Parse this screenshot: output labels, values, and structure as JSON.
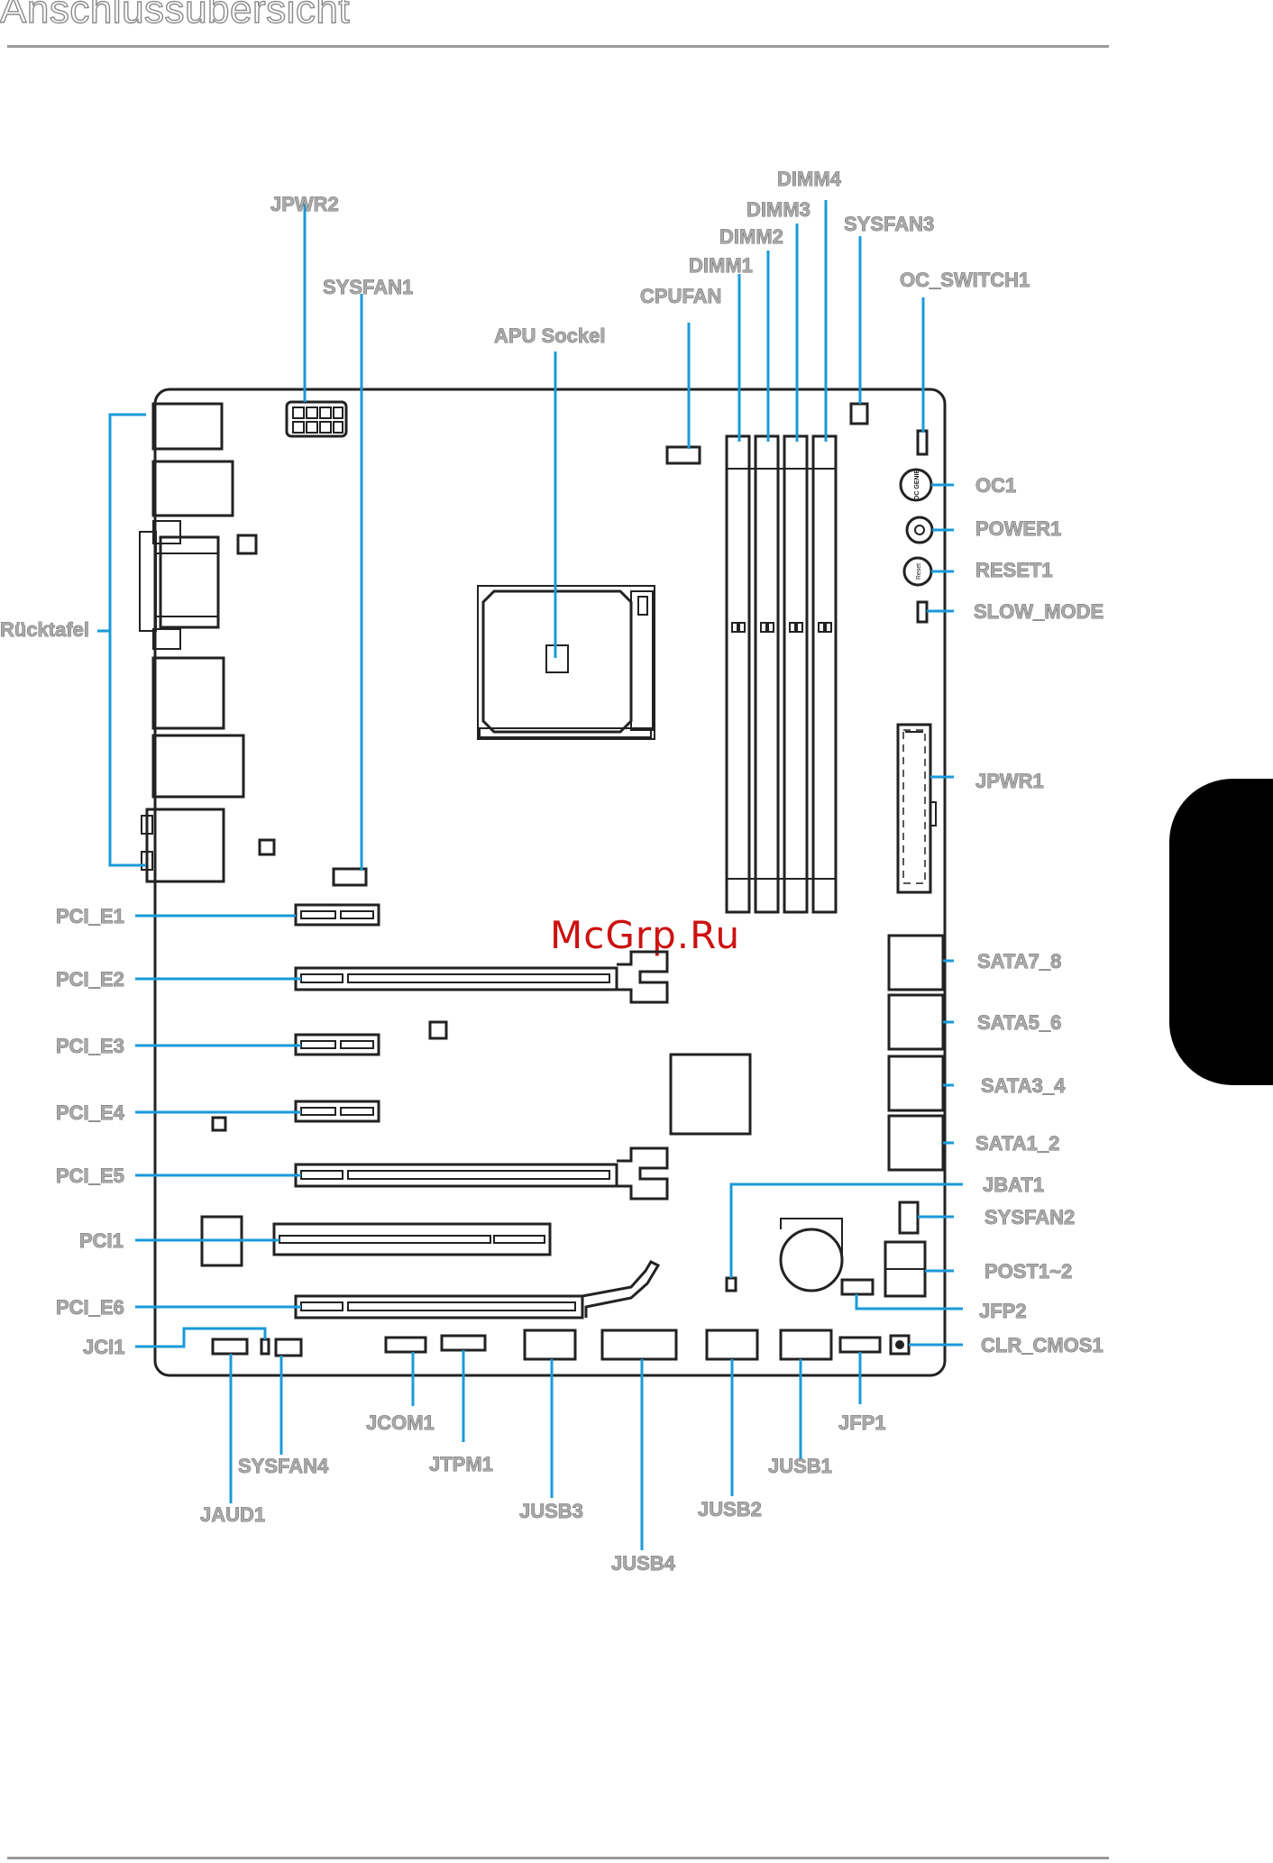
{
  "page": {
    "title": "Anschlussübersicht",
    "watermark": "McGrp.Ru"
  },
  "labels": {
    "jpwr2": "JPWR2",
    "sysfan1": "SYSFAN1",
    "apu_socket": "APU Sockel",
    "cpufan": "CPUFAN",
    "dimm1": "DIMM1",
    "dimm2": "DIMM2",
    "dimm3": "DIMM3",
    "dimm4": "DIMM4",
    "sysfan3": "SYSFAN3",
    "oc_switch1": "OC_SWITCH1",
    "oc1": "OC1",
    "power1": "POWER1",
    "reset1": "RESET1",
    "slow_mode": "SLOW_MODE",
    "jpwr1": "JPWR1",
    "sata7_8": "SATA7_8",
    "sata5_6": "SATA5_6",
    "sata3_4": "SATA3_4",
    "sata1_2": "SATA1_2",
    "jbat1": "JBAT1",
    "sysfan2": "SYSFAN2",
    "post1_2": "POST1~2",
    "jfp2": "JFP2",
    "clr_cmos1": "CLR_CMOS1",
    "ruecktafel": "Rücktafel",
    "pci_e1": "PCI_E1",
    "pci_e2": "PCI_E2",
    "pci_e3": "PCI_E3",
    "pci_e4": "PCI_E4",
    "pci_e5": "PCI_E5",
    "pci1": "PCI1",
    "pci_e6": "PCI_E6",
    "jci1": "JCI1",
    "jcom1": "JCOM1",
    "jtpm1": "JTPM1",
    "jfp1": "JFP1",
    "sysfan4": "SYSFAN4",
    "jaud1": "JAUD1",
    "jusb3": "JUSB3",
    "jusb2": "JUSB2",
    "jusb1": "JUSB1",
    "jusb4": "JUSB4"
  },
  "button_marks": {
    "oc": "OC GENIE",
    "reset": "Reset"
  },
  "colors": {
    "callout": "#1a9ad9",
    "outline": "#222222",
    "label_fill": "#aaaaaa",
    "tab": "#000000",
    "watermark": "#cc1111"
  }
}
